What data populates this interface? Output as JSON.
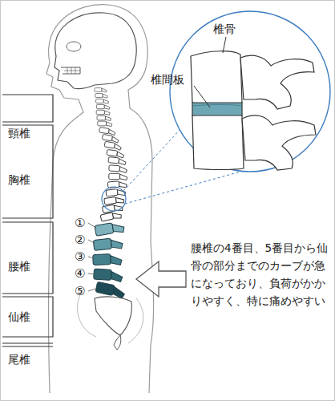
{
  "diagram": {
    "labels": [
      "頸椎",
      "胸椎",
      "腰椎",
      "仙椎",
      "尾椎",
      "①",
      "②",
      "③",
      "④",
      "⑤",
      "椎骨",
      "椎間板",
      "腰椎の4番目、5番目から仙骨の部分までのカーブが急になっており、負荷がかかりやすく、特に痛めやすい"
    ]
  }
}
